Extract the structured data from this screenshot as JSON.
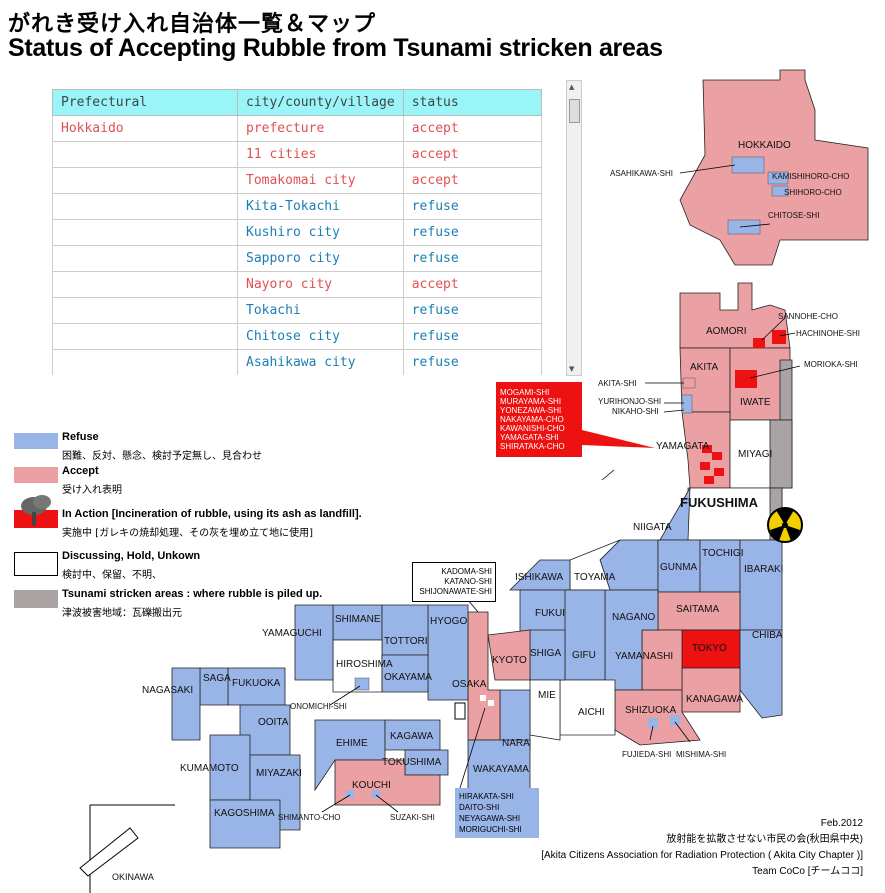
{
  "titles": {
    "jp": "がれき受け入れ自治体一覧＆マップ",
    "en": "Status of Accepting Rubble from Tsunami stricken areas"
  },
  "colors": {
    "refuse": "#99b4e6",
    "accept": "#eba0a3",
    "action": "#ee1111",
    "discussing": "#ffffff",
    "tsunami": "#aaa3a3",
    "header_bg": "#99f5f8"
  },
  "table": {
    "headers": [
      "Prefectural",
      "city/county/village",
      "status"
    ],
    "rows": [
      {
        "pref": "Hokkaido",
        "city": "prefecture",
        "status": "accept"
      },
      {
        "pref": "",
        "city": "11 cities",
        "status": "accept"
      },
      {
        "pref": "",
        "city": "Tomakomai city",
        "status": "accept"
      },
      {
        "pref": "",
        "city": "Kita-Tokachi",
        "status": "refuse"
      },
      {
        "pref": "",
        "city": "Kushiro city",
        "status": "refuse"
      },
      {
        "pref": "",
        "city": "Sapporo city",
        "status": "refuse"
      },
      {
        "pref": "",
        "city": "Nayoro city",
        "status": "accept"
      },
      {
        "pref": "",
        "city": "Tokachi",
        "status": "refuse"
      },
      {
        "pref": "",
        "city": "Chitose city",
        "status": "refuse"
      },
      {
        "pref": "",
        "city": "Asahikawa city",
        "status": "refuse"
      }
    ]
  },
  "legend": {
    "refuse": {
      "title": "Refuse",
      "sub": "困難、反対、懸念、検討予定無し、見合わせ"
    },
    "accept": {
      "title": "Accept",
      "sub": "受け入れ表明"
    },
    "action": {
      "title": "In Action [Incineration of rubble, using its ash as landfill].",
      "sub": "実施中 [ガレキの焼却処理、その灰を埋め立て地に使用]"
    },
    "discussing": {
      "title": "Discussing, Hold, Unkown",
      "sub": "検討中、保留、不明、"
    },
    "tsunami": {
      "title": "Tsunami stricken areas : where rubble is piled up.",
      "sub": "津波被害地域：瓦礫搬出元"
    }
  },
  "prefectures": {
    "hokkaido": "HOKKAIDO",
    "aomori": "AOMORI",
    "akita": "AKITA",
    "iwate": "IWATE",
    "yamagata": "YAMAGATA",
    "miyagi": "MIYAGI",
    "fukushima": "FUKUSHIMA",
    "niigata": "NIIGATA",
    "gunma": "GUNMA",
    "tochigi": "TOCHIGI",
    "ibaraki": "IBARAKI",
    "ishikawa": "ISHIKAWA",
    "toyama": "TOYAMA",
    "fukui": "FUKUI",
    "nagano": "NAGANO",
    "saitama": "SAITAMA",
    "tokyo": "TOKYO",
    "chiba": "CHIBA",
    "gifu": "GIFU",
    "shiga": "SHIGA",
    "kyoto": "KYOTO",
    "yamanashi": "YAMANASHI",
    "kanagawa": "KANAGAWA",
    "shizuoka": "SHIZUOKA",
    "aichi": "AICHI",
    "mie": "MIE",
    "nara": "NARA",
    "osaka": "OSAKA",
    "wakayama": "WAKAYAMA",
    "hyogo": "HYOGO",
    "tottori": "TOTTORI",
    "shimane": "SHIMANE",
    "okayama": "OKAYAMA",
    "hiroshima": "HIROSHIMA",
    "yamaguchi": "YAMAGUCHI",
    "kagawa": "KAGAWA",
    "tokushima": "TOKUSHIMA",
    "ehime": "EHIME",
    "kouchi": "KOUCHI",
    "fukuoka": "FUKUOKA",
    "saga": "SAGA",
    "nagasaki": "NAGASAKI",
    "ooita": "OOITA",
    "kumamoto": "KUMAMOTO",
    "miyazaki": "MIYAZAKI",
    "kagoshima": "KAGOSHIMA",
    "okinawa": "OKINAWA"
  },
  "cities": {
    "asahikawa": "ASAHIKAWA-SHI",
    "kamishihoro": "KAMISHIHORO-CHO",
    "shihoro": "SHIHORO-CHO",
    "chitose": "CHITOSE-SHI",
    "sannohe": "SANNOHE-CHO",
    "hachinohe": "HACHINOHE-SHI",
    "morioka": "MORIOKA-SHI",
    "akita_shi": "AKITA-SHI",
    "yurihonjo": "YURIHONJO-SHI",
    "nikaho": "NIKAHO-SHI",
    "onomichi": "ONOMICHI-SHI",
    "shimanto": "SHIMANTO-CHO",
    "suzaki": "SUZAKI-SHI",
    "fujieda": "FUJIEDA-SHI",
    "mishima": "MISHIMA-SHI"
  },
  "boxes": {
    "yamagata_cities": [
      "MOGAMI-SHI",
      "MURAYAMA-SHI",
      "YONEZAWA-SHI",
      "NAKAYAMA-CHO",
      "KAWANISHI-CHO",
      "YAMAGATA-SHI",
      "SHIRATAKA-CHO"
    ],
    "osaka_north": [
      "KADOMA-SHI",
      "KATANO-SHI",
      "SHIJONAWATE-SHI"
    ],
    "osaka_south": [
      "HIRAKATA-SHI",
      "DAITO-SHI",
      "NEYAGAWA-SHI",
      "MORIGUCHI-SHI"
    ]
  },
  "credit": {
    "date": "Feb.2012",
    "org_jp": "放射能を拡散させない市民の会(秋田県中央)",
    "org_en": "[Akita Citizens Association for Radiation Protection ( Akita City Chapter )]",
    "team": "Team CoCo [チームココ]"
  }
}
